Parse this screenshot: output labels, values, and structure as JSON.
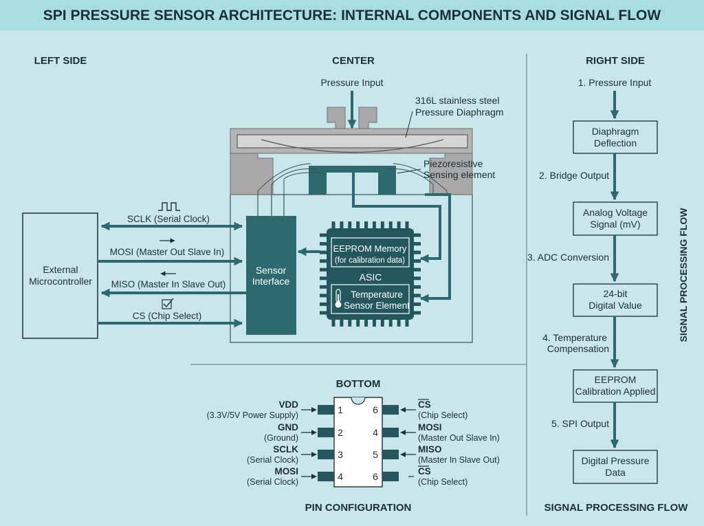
{
  "title": "SPI PRESSURE SENSOR ARCHITECTURE: INTERNAL COMPONENTS AND SIGNAL FLOW",
  "sections": {
    "left": "LEFT SIDE",
    "center": "CENTER",
    "right": "RIGHT SIDE",
    "bottom": "BOTTOM",
    "pin_config": "PIN CONFIGURATION",
    "signal_flow_bottom": "SIGNAL PROCESSING FLOW",
    "signal_flow_side": "SIGNAL PROCESSING FLOW"
  },
  "left": {
    "mcu_line1": "External",
    "mcu_line2": "Microcontroller",
    "signals": [
      {
        "label": "SCLK (Serial Clock)"
      },
      {
        "label": "MOSI (Master Out Slave In)"
      },
      {
        "label": "MISO (Master In Slave Out)"
      },
      {
        "label": "CS (Chip Select)"
      }
    ]
  },
  "center": {
    "pressure_input": "Pressure Input",
    "diaphragm_line1": "316L stainless steel",
    "diaphragm_line2": "Pressure Diaphragm",
    "piezo_line1": "Piezoresistive",
    "piezo_line2": "Sensing element",
    "sensor_if_line1": "Sensor",
    "sensor_if_line2": "Interface",
    "eeprom_line1": "EEPROM Memory",
    "eeprom_line2": "(for calibration data)",
    "asic": "ASIC",
    "temp_line1": "Temperature",
    "temp_line2": "Sensor Element"
  },
  "right": {
    "steps": [
      {
        "label": "1. Pressure Input"
      },
      {
        "line1": "Diaphragm",
        "line2": "Deflection"
      },
      {
        "label": "2. Bridge Output"
      },
      {
        "line1": "Analog Voltage",
        "line2": "Signal (mV)"
      },
      {
        "label": "3. ADC Conversion"
      },
      {
        "line1": "24-bit",
        "line2": "Digital Value"
      },
      {
        "line1": "4. Temperature",
        "line2": "Compensation"
      },
      {
        "line1": "EEPROM",
        "line2": "Calibration Applied"
      },
      {
        "label": "5. SPI Output"
      },
      {
        "line1": "Digital Pressure",
        "line2": "Data"
      }
    ]
  },
  "pins": {
    "left": [
      {
        "num": "1",
        "name": "VDD",
        "desc": "(3.3V/5V Power Supply)"
      },
      {
        "num": "2",
        "name": "GND",
        "desc": "(Ground)"
      },
      {
        "num": "3",
        "name": "SCLK",
        "desc": "(Serial Clock)"
      },
      {
        "num": "4",
        "name": "MOSI",
        "desc": "(Serial Clock)"
      }
    ],
    "right": [
      {
        "num": "6",
        "name": "CS",
        "desc": "(Chip Select)"
      },
      {
        "num": "4",
        "name": "MOSI",
        "desc": "(Master Out Slave In)"
      },
      {
        "num": "5",
        "name": "MISO",
        "desc": "(Master In Slave Out)"
      },
      {
        "num": "6",
        "name": "CS",
        "desc": "(Chip Select)"
      }
    ]
  },
  "colors": {
    "background": "#c9e7ea",
    "title_bar": "#a8dde2",
    "dark_teal": "#2d6a6f",
    "chip": "#24575d",
    "housing_gray": "#a9a9a9"
  }
}
